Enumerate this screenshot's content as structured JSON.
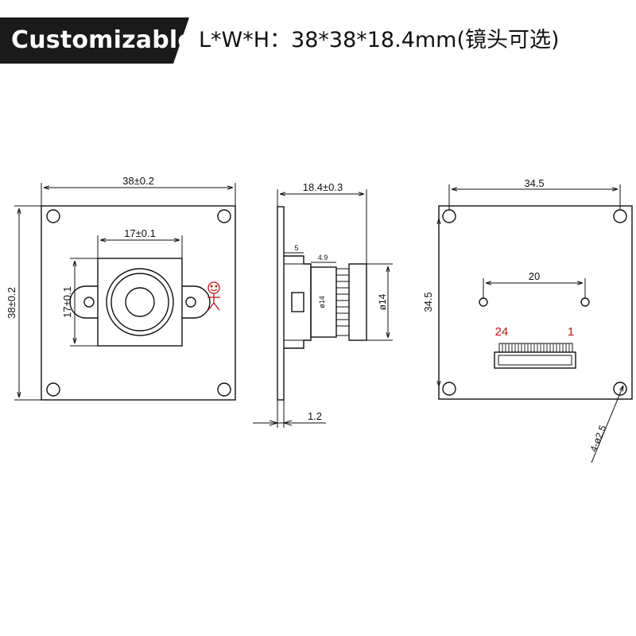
{
  "header": {
    "badge_label": "Customizable",
    "dimensions_text": "L*W*H：38*38*18.4mm(镜头可选)"
  },
  "front_view": {
    "board_width_label": "38±0.2",
    "board_height_label": "38±0.2",
    "holder_width_label": "17±0.1",
    "holder_height_label": "17±0.1"
  },
  "side_view": {
    "total_depth_label": "18.4±0.3",
    "holder_step_label": "5",
    "thread_offset_label": "4.9",
    "lens_diameter_inner_label": "ø14",
    "lens_diameter_outer_label": "ø14",
    "board_thickness_label": "1.2"
  },
  "back_view": {
    "hole_spacing_h_label": "34.5",
    "hole_spacing_v_label": "34.5",
    "connector_hole_spacing_label": "20",
    "pin_last_label": "24",
    "pin_first_label": "1",
    "mount_hole_label": "4-ø2.5"
  },
  "colors": {
    "badge_bg": "#1a1a1a",
    "line": "#111111",
    "mascot": "#c0141a"
  }
}
